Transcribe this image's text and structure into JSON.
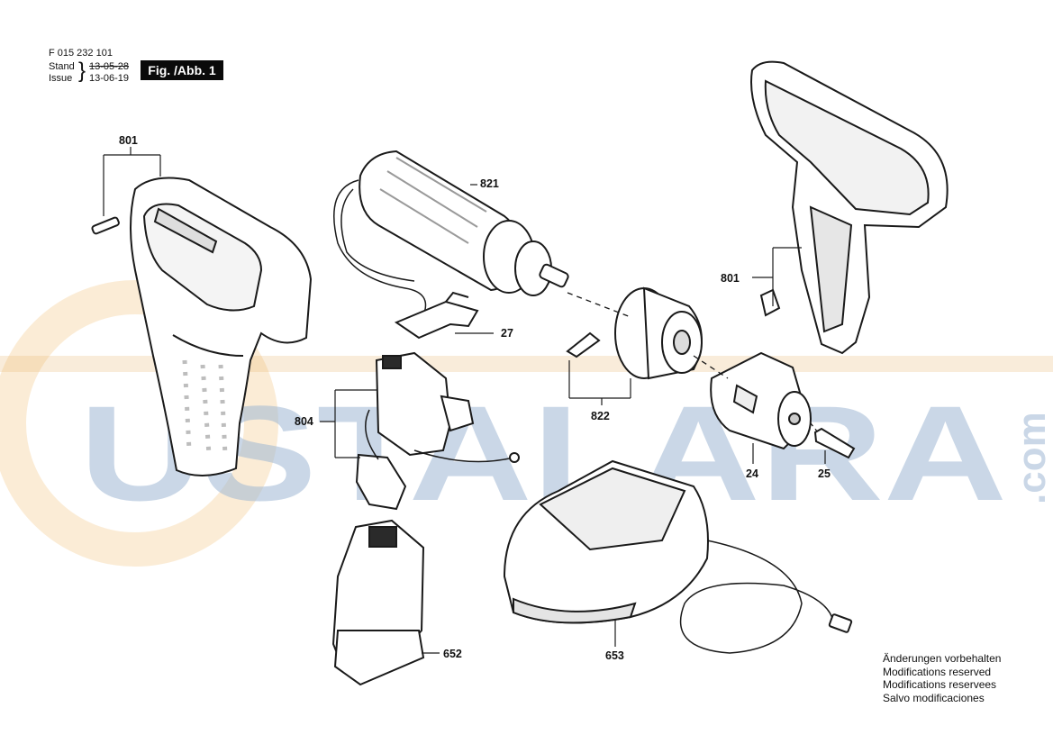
{
  "header": {
    "doc_number": "F 015 232 101",
    "stand_label": "Stand",
    "issue_label": "Issue",
    "stand_date_struck": "13-05-28",
    "issue_date": "13-06-19",
    "figure_label": "Fig. /Abb. 1"
  },
  "parts": {
    "housing_left": "801",
    "motor": "821",
    "clip": "27",
    "switch": "804",
    "gearbox": "822",
    "housing_right": "801",
    "chuck": "24",
    "screw": "25",
    "battery": "652",
    "charger": "653"
  },
  "watermark": {
    "text": "USTALARA",
    "suffix": ".com"
  },
  "notes": [
    "Änderungen vorbehalten",
    "Modifications reserved",
    "Modifications reservees",
    "Salvo modificaciones"
  ]
}
